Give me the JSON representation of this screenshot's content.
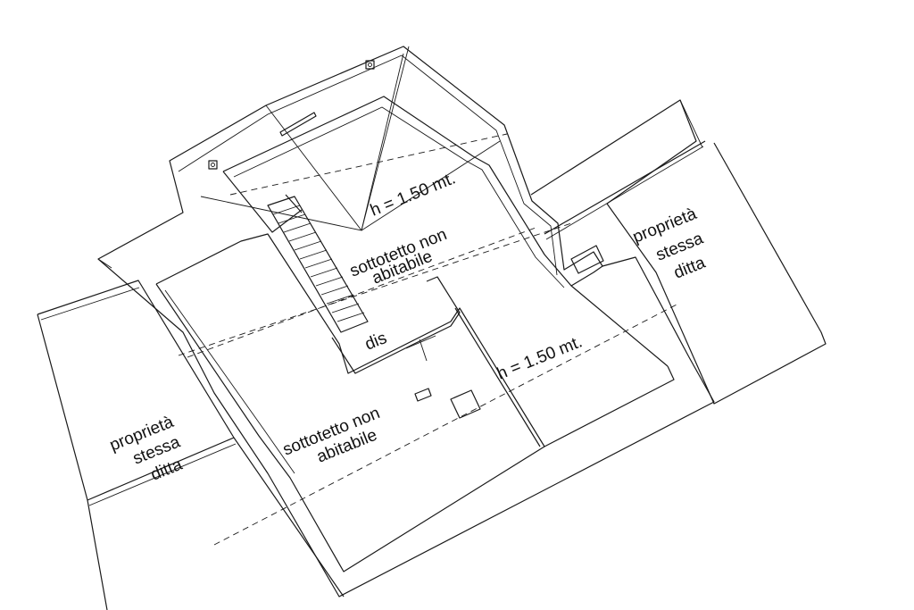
{
  "plan": {
    "labels": {
      "attic_upper_line1": "sottotetto non",
      "attic_upper_line2": "abitabile",
      "attic_lower_line1": "sottotetto non",
      "attic_lower_line2": "abitabile",
      "height_upper": "h = 1.50 mt.",
      "height_lower": "h = 1.50 mt.",
      "dis": "dis",
      "property_right_line1": "proprietà",
      "property_right_line2": "stessa",
      "property_right_line3": "ditta",
      "property_left_line1": "proprietà",
      "property_left_line2": "stessa",
      "property_left_line3": "ditta"
    },
    "colors": {
      "line": "#1a1a1a",
      "background": "#ffffff"
    }
  }
}
